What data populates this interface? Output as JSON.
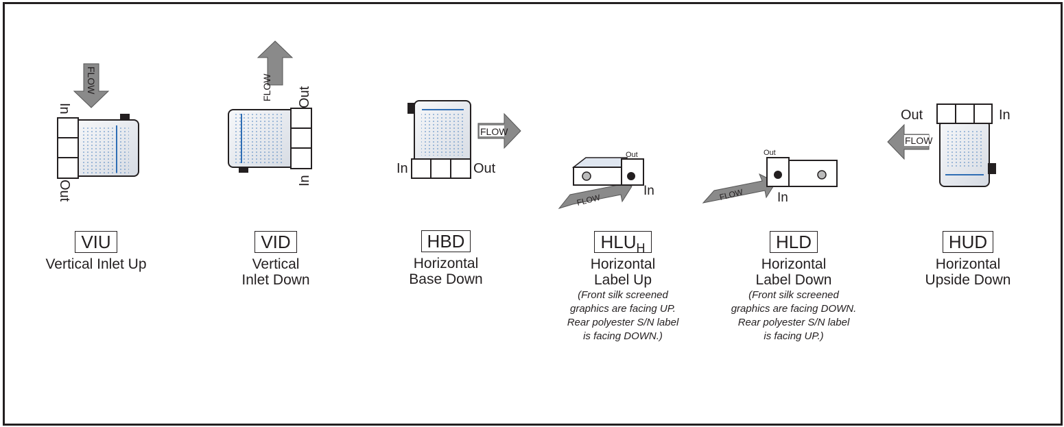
{
  "orientations": [
    {
      "code": "VIU",
      "sub": "",
      "line1": "Vertical Inlet Up",
      "line2": "",
      "note": [],
      "port_in": "In",
      "port_out": "Out",
      "flow": "FLOW"
    },
    {
      "code": "VID",
      "sub": "",
      "line1": "Vertical",
      "line2": "Inlet Down",
      "note": [],
      "port_in": "In",
      "port_out": "Out",
      "flow": "FLOW"
    },
    {
      "code": "HBD",
      "sub": "",
      "line1": "Horizontal",
      "line2": "Base Down",
      "note": [],
      "port_in": "In",
      "port_out": "Out",
      "flow": "FLOW"
    },
    {
      "code": "HLU",
      "sub": "H",
      "line1": "Horizontal",
      "line2": "Label Up",
      "note": [
        "(Front silk screened",
        "graphics are facing UP.",
        "Rear polyester S/N label",
        "is facing DOWN.)"
      ],
      "port_in": "In",
      "port_out": "Out",
      "flow": "FLOW"
    },
    {
      "code": "HLD",
      "sub": "",
      "line1": "Horizontal",
      "line2": "Label Down",
      "note": [
        "(Front silk screened",
        "graphics are facing DOWN.",
        "Rear polyester S/N label",
        "is facing UP.)"
      ],
      "port_in": "In",
      "port_out": "Out",
      "flow": "FLOW"
    },
    {
      "code": "HUD",
      "sub": "",
      "line1": "Horizontal",
      "line2": "Upside Down",
      "note": [],
      "port_in": "In",
      "port_out": "Out",
      "flow": "FLOW"
    }
  ],
  "colors": {
    "ink": "#231f20",
    "arrow_gray": "#8a8a8a",
    "device_blue": "#2e6db4",
    "device_fill": "#e9ecf1"
  }
}
